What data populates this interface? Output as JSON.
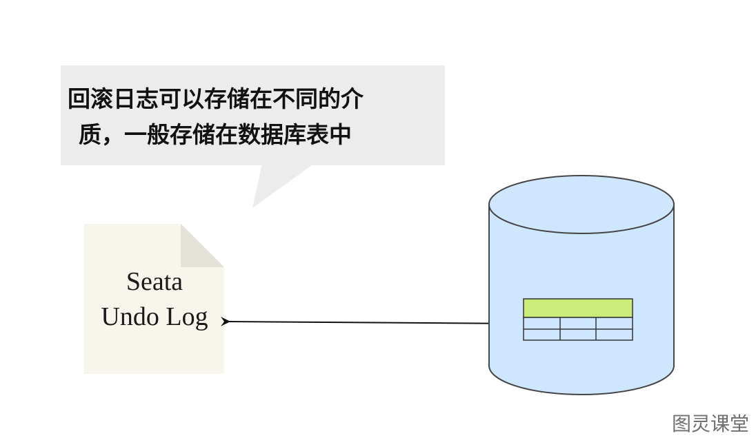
{
  "callout": {
    "line1": "回滚日志可以存储在不同的介",
    "line2": "质，一般存储在数据库表中"
  },
  "document": {
    "line1": "Seata",
    "line2": "Undo Log"
  },
  "watermark": "图灵课堂",
  "colors": {
    "callout_bg": "#ececec",
    "document_bg": "#f8f5ec",
    "document_fold": "#e4e1d8",
    "database_fill": "#cfe6ff",
    "database_stroke": "#444444",
    "table_header": "#c9ec7a"
  }
}
